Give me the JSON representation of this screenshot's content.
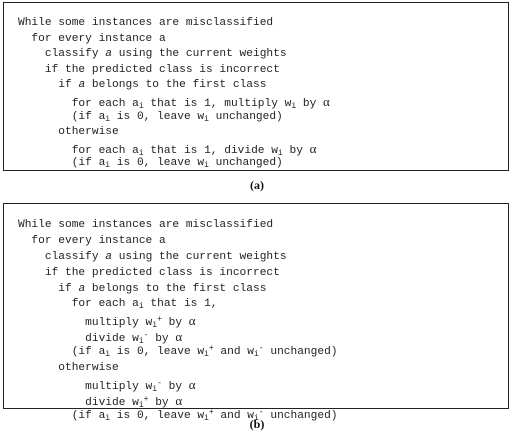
{
  "figure_a": {
    "caption": "(a)",
    "lines": [
      "While some instances are misclassified",
      "  for every instance a",
      "    classify a using the current weights",
      "    if the predicted class is incorrect",
      "      if a belongs to the first class",
      "        for each a_i that is 1, multiply w_i by α",
      "        (if a_i is 0, leave w_i unchanged)",
      "      otherwise",
      "        for each a_i that is 1, divide w_i by α",
      "        (if a_i is 0, leave w_i unchanged)"
    ]
  },
  "figure_b": {
    "caption": "(b)",
    "lines": [
      "While some instances are misclassified",
      "  for every instance a",
      "    classify a using the current weights",
      "    if the predicted class is incorrect",
      "      if a belongs to the first class",
      "        for each a_i that is 1,",
      "          multiply w_i^+ by α",
      "          divide w_i^- by α",
      "        (if a_i is 0, leave w_i^+ and w_i^- unchanged)",
      "      otherwise",
      "          multiply w_i^- by α",
      "          divide w_i^+ by α",
      "        (if a_i is 0, leave w_i^+ and w_i^- unchanged)"
    ]
  }
}
